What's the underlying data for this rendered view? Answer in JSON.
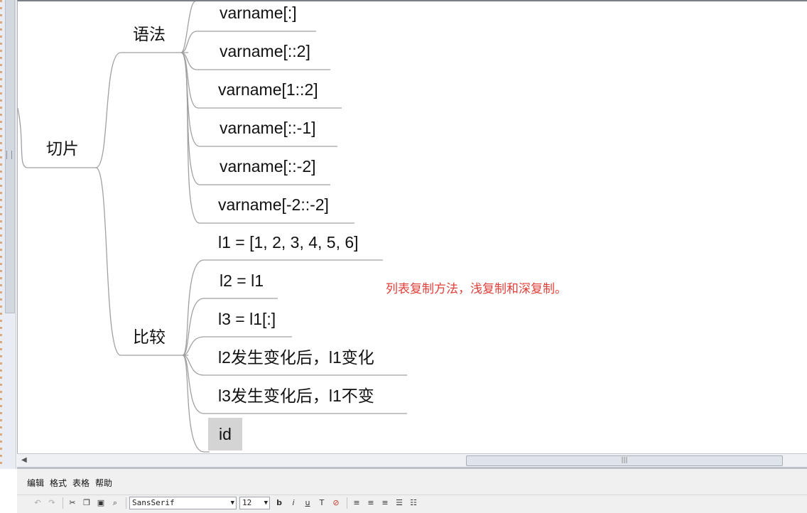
{
  "mindmap": {
    "root": "切片",
    "branches": [
      {
        "label": "语法",
        "children": [
          "varname[:]",
          "varname[::2]",
          "varname[1::2]",
          "varname[::-1]",
          "varname[::-2]",
          "varname[-2::-2]"
        ]
      },
      {
        "label": "比较",
        "children": [
          "l1 = [1, 2, 3, 4, 5, 6]",
          "l2 = l1",
          "l3 = l1[:]",
          "l2发生变化后，l1变化",
          "l3发生变化后，l1不变",
          "id"
        ]
      }
    ],
    "annotation": "列表复制方法，浅复制和深复制。",
    "line_color": "#a0a0a0"
  },
  "scrollbar": {
    "grip": "|||"
  },
  "editor": {
    "menu": [
      "编辑",
      "格式",
      "表格",
      "帮助"
    ],
    "font_family_value": "SansSerif",
    "font_size_value": "12",
    "toolbar": {
      "undo_icon": "undo-icon",
      "redo_icon": "redo-icon",
      "bold": "b",
      "italic": "i",
      "underline": "u"
    }
  }
}
